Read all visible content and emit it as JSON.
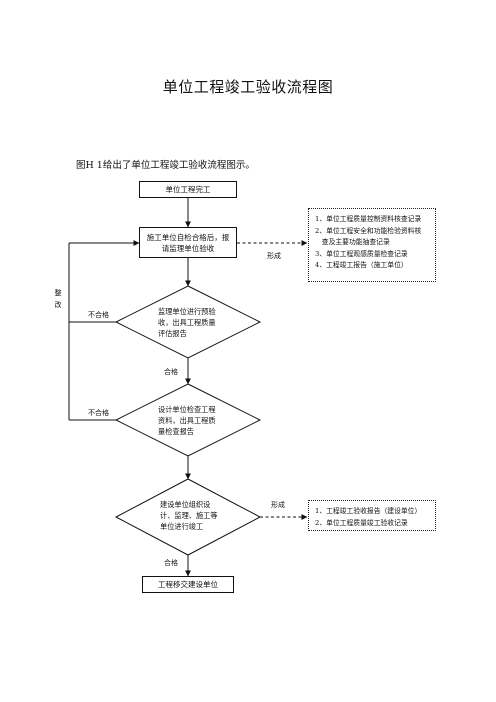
{
  "title": "单位工程竣工验收流程图",
  "caption": "图H 1给出了单位工程竣工验收流程图示。",
  "nodes": {
    "start": "单位工程完工",
    "self_check": "施工单位自检合格后，报请监理单位验收",
    "pre_accept": "监理单位进行预验收，出具工程质量评估报告",
    "inspect": "设计单位检查工程资料，出具工程质量检查报告",
    "organize": "建设单位组织设计、监理、施工等单位进行竣工",
    "handover": "工程移交建设单位"
  },
  "notes": {
    "top": [
      "1、单位工程质量控制资料核查记录",
      "2、单位工程安全和功能检验资料核",
      "　查及主要功能抽查记录",
      "3、单位工程观感质量检查记录",
      "4、工程竣工报告（施工单位）"
    ],
    "bottom": [
      "1、工程竣工验收报告（建设单位）",
      "2、单位工程质量竣工验收记录"
    ]
  },
  "labels": {
    "form1": "形成",
    "form2": "形成",
    "fail1": "不合格",
    "fail2": "不合格",
    "pass1": "合格",
    "pass2": "合格",
    "rectify": "整改"
  }
}
